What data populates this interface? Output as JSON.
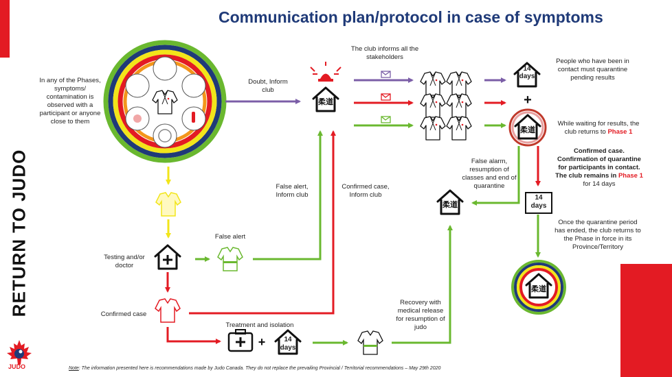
{
  "title": "Communication plan/protocol in case of symptoms",
  "side_banner": "RETURN TO JUDO",
  "logo_text": "JUDO",
  "house_glyph": "柔道",
  "texts": {
    "phases_note": "In any of the Phases, symptoms/ contamination is observed with a participant or anyone close to them",
    "doubt": "Doubt, Inform club",
    "club_informs": "The club informs all the stakeholders",
    "contacts_quarantine": "People who have been in contact must quarantine pending results",
    "waiting_prefix": "While waiting for results, the club returns to",
    "phase1": "Phase 1",
    "confirmed_case_title": "Confirmed case.",
    "confirmation_quarantine": "Confirmation of quarantine for participants in contact.",
    "club_remains_prefix": "The club remains in",
    "for_14_days": "for 14 days",
    "false_alarm": "False alarm, resumption of classes and end of quarantine",
    "false_alert_inform": "False alert, Inform club",
    "confirmed_case_inform": "Confirmed case, Inform club",
    "testing": "Testing and/or doctor",
    "false_alert": "False alert",
    "confirmed_case": "Confirmed case",
    "treatment": "Treatment and isolation",
    "recovery": "Recovery with medical release for resumption of judo",
    "quarantine_end": "Once the quarantine period has ended, the club returns to the Phase in force in its Province/Territory",
    "days_num": "14",
    "days_word": "days",
    "plus": "+"
  },
  "footnote": {
    "label": "Note",
    "text": ": The information presented here is recommendations made by Judo Canada. They do not replace the prevailing Provincial / Territorial recommendations – May 29th 2020"
  },
  "colors": {
    "purple": "#7b5ea7",
    "red": "#e31b23",
    "green": "#6ab82f",
    "yellow": "#f2e51a",
    "navy": "#1f3a78"
  }
}
